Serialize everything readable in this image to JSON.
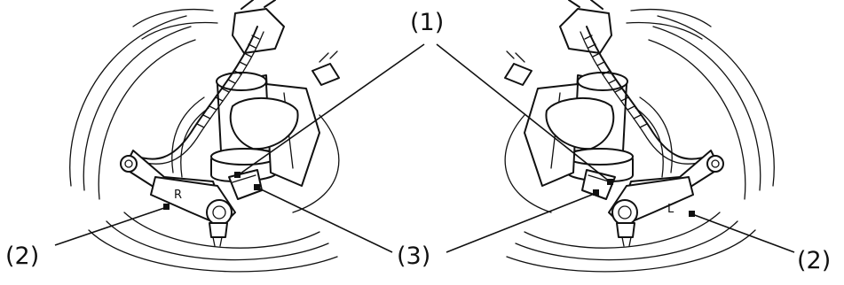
{
  "callouts": {
    "c1": "(1)",
    "c2_left": "(2)",
    "c3": "(3)",
    "c2_right": "(2)"
  },
  "stamps": {
    "left": "R",
    "right": "L"
  },
  "colors": {
    "line": "#111111",
    "background": "#ffffff"
  }
}
